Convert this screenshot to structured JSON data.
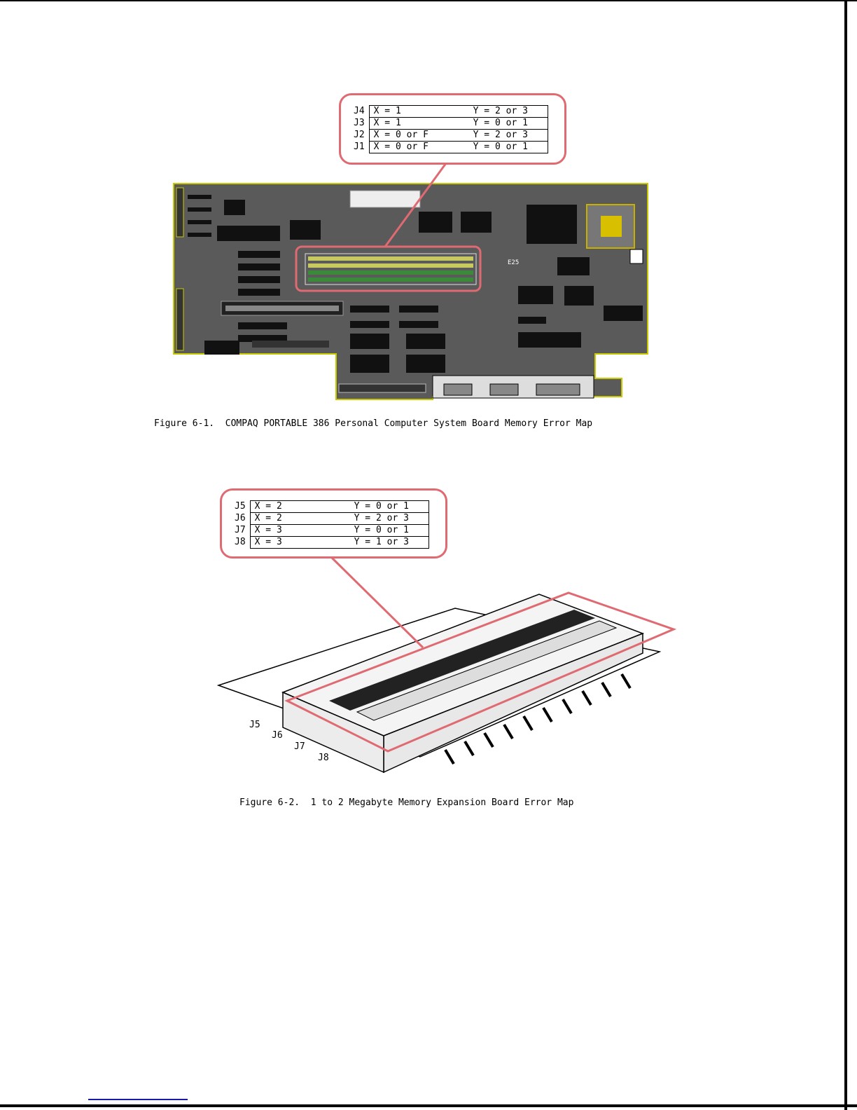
{
  "figure1": {
    "caption": "Figure 6-1.  COMPAQ PORTABLE 386 Personal Computer System Board Memory Error Map",
    "table": [
      {
        "label": "J4",
        "x": "X = 1",
        "y": "Y = 2 or 3"
      },
      {
        "label": "J3",
        "x": "X = 1",
        "y": "Y = 0 or 1"
      },
      {
        "label": "J2",
        "x": "X = 0 or F",
        "y": "Y = 2 or 3"
      },
      {
        "label": "J1",
        "x": "X = 0 or F",
        "y": "Y = 0 or 1"
      }
    ],
    "board_label": "E25"
  },
  "figure2": {
    "caption": "Figure 6-2.  1 to 2 Megabyte Memory Expansion Board Error Map",
    "table": [
      {
        "label": "J5",
        "x": "X = 2",
        "y": "Y = 0 or 1"
      },
      {
        "label": "J6",
        "x": "X = 2",
        "y": "Y = 2 or 3"
      },
      {
        "label": "J7",
        "x": "X = 3",
        "y": "Y = 0 or 1"
      },
      {
        "label": "J8",
        "x": "X = 3",
        "y": "Y = 1 or 3"
      }
    ],
    "connector_labels": [
      "J5",
      "J6",
      "J7",
      "J8"
    ]
  },
  "colors": {
    "callout": "#e06a72",
    "board": "#555555",
    "simm_yellow": "#c8c860",
    "simm_green": "#3a8a3a"
  }
}
